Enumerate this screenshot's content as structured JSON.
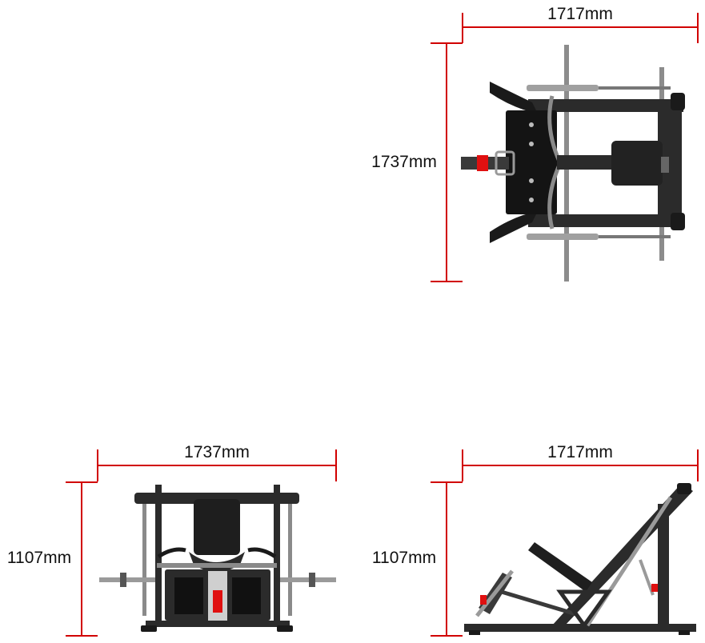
{
  "top_view": {
    "width_label": "1717mm",
    "depth_label": "1737mm"
  },
  "front_view": {
    "width_label": "1737mm",
    "height_label": "1107mm"
  },
  "side_view": {
    "width_label": "1717mm",
    "height_label": "1107mm"
  },
  "colors": {
    "dimension_line": "#d10000",
    "frame": "#2b2b2b",
    "steel": "#9a9a9a",
    "accent": "#e01010",
    "pad": "#1a1a1a"
  }
}
